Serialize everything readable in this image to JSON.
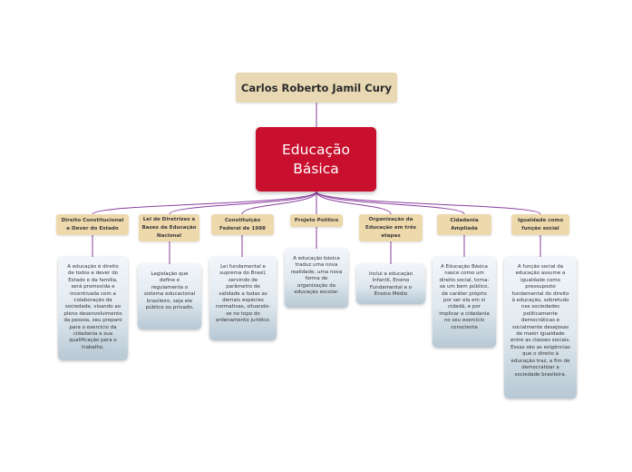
{
  "author": "Carlos Roberto Jamil Cury",
  "central": {
    "line1": "Educação",
    "line2": "Básica"
  },
  "topics": [
    {
      "label": "Direito Constitucional e Dever do Estado",
      "note": "A educação é direito de todos e dever do Estado e da família, será promovida e incentivada com a colaboração da sociedade, visando ao pleno desenvolvimento da pessoa, seu preparo para o exercício da cidadania e sua qualificação para o trabalho."
    },
    {
      "label": "Lei de Diretrizes e Bases da Educação Nacional",
      "note": "Legislação que define e regulamenta o sistema educacional brasileiro, seja ele público ou privado."
    },
    {
      "label": "Constituição Federal de 1988",
      "note": "Lei fundamental e suprema do Brasil, servindo de parâmetro de validade a todas as demais espécies normativas, situando-se no topo do ordenamento jurídico."
    },
    {
      "label": "Projeto Político",
      "note": "A educação básica traduz uma nova realidade, uma nova forma de organização da educação escolar."
    },
    {
      "label": "Organização da Educação em três etapas",
      "note": "Inclui a educação Infantil, Ensino Fundamental e o Ensino Médio"
    },
    {
      "label": "Cidadania Ampliada",
      "note": "A Educação Básica nasce como um direito social, torna-se um bem público, de caráter próprio por ser ela em si cidadã, e por implicar a cidadania no seu exercício consciente"
    },
    {
      "label": "Igualdade como função social",
      "note": "A função social da educação assume a igualdade como pressuposto fundamental do direito à educação, sobretudo nas sociedades politicamente democráticas e socialmente desejosas de maior igualdade entre as classes sociais. Essas são as exigências que o direito à educação traz, a fim de democratizar a sociedade brasileira."
    }
  ],
  "colors": {
    "line": "#8a3f9e",
    "central": "#c8102e",
    "topic": "#eed9ad",
    "author": "#e8d9b4"
  }
}
